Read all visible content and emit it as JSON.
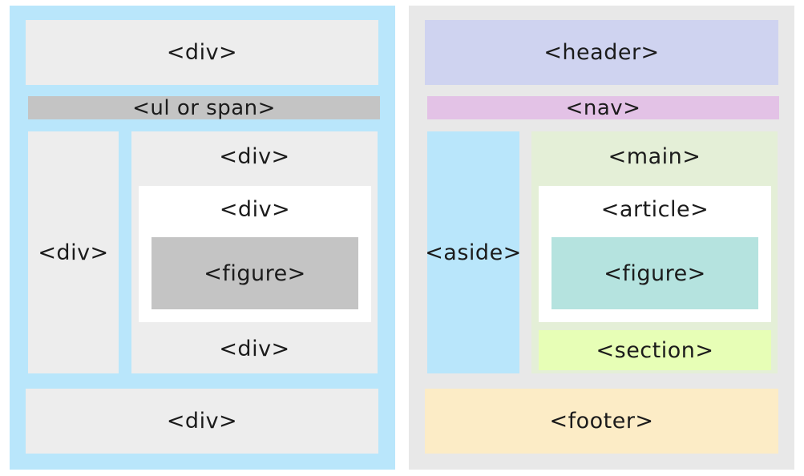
{
  "left": {
    "top": "<div>",
    "bar": "<ul or span>",
    "side": "<div>",
    "content": "<div>",
    "inner": "<div>",
    "figure": "<figure>",
    "content_bottom": "<div>",
    "footer": "<div>"
  },
  "right": {
    "header": "<header>",
    "nav": "<nav>",
    "aside": "<aside>",
    "main": "<main>",
    "article": "<article>",
    "figure": "<figure>",
    "section": "<section>",
    "footer": "<footer>"
  },
  "colors": {
    "left_panel_bg": "#b9e6fb",
    "right_panel_bg": "#e8e8e8",
    "gray_box": "#ededed",
    "bar_gray": "#c4c4c4",
    "figure_gray": "#c4c4c4",
    "header": "#cfd3f0",
    "nav": "#e3c2e6",
    "aside": "#b9e6fb",
    "main": "#e4efd7",
    "figure_teal": "#b5e3df",
    "section": "#e7feb6",
    "footer": "#fcecc6"
  }
}
